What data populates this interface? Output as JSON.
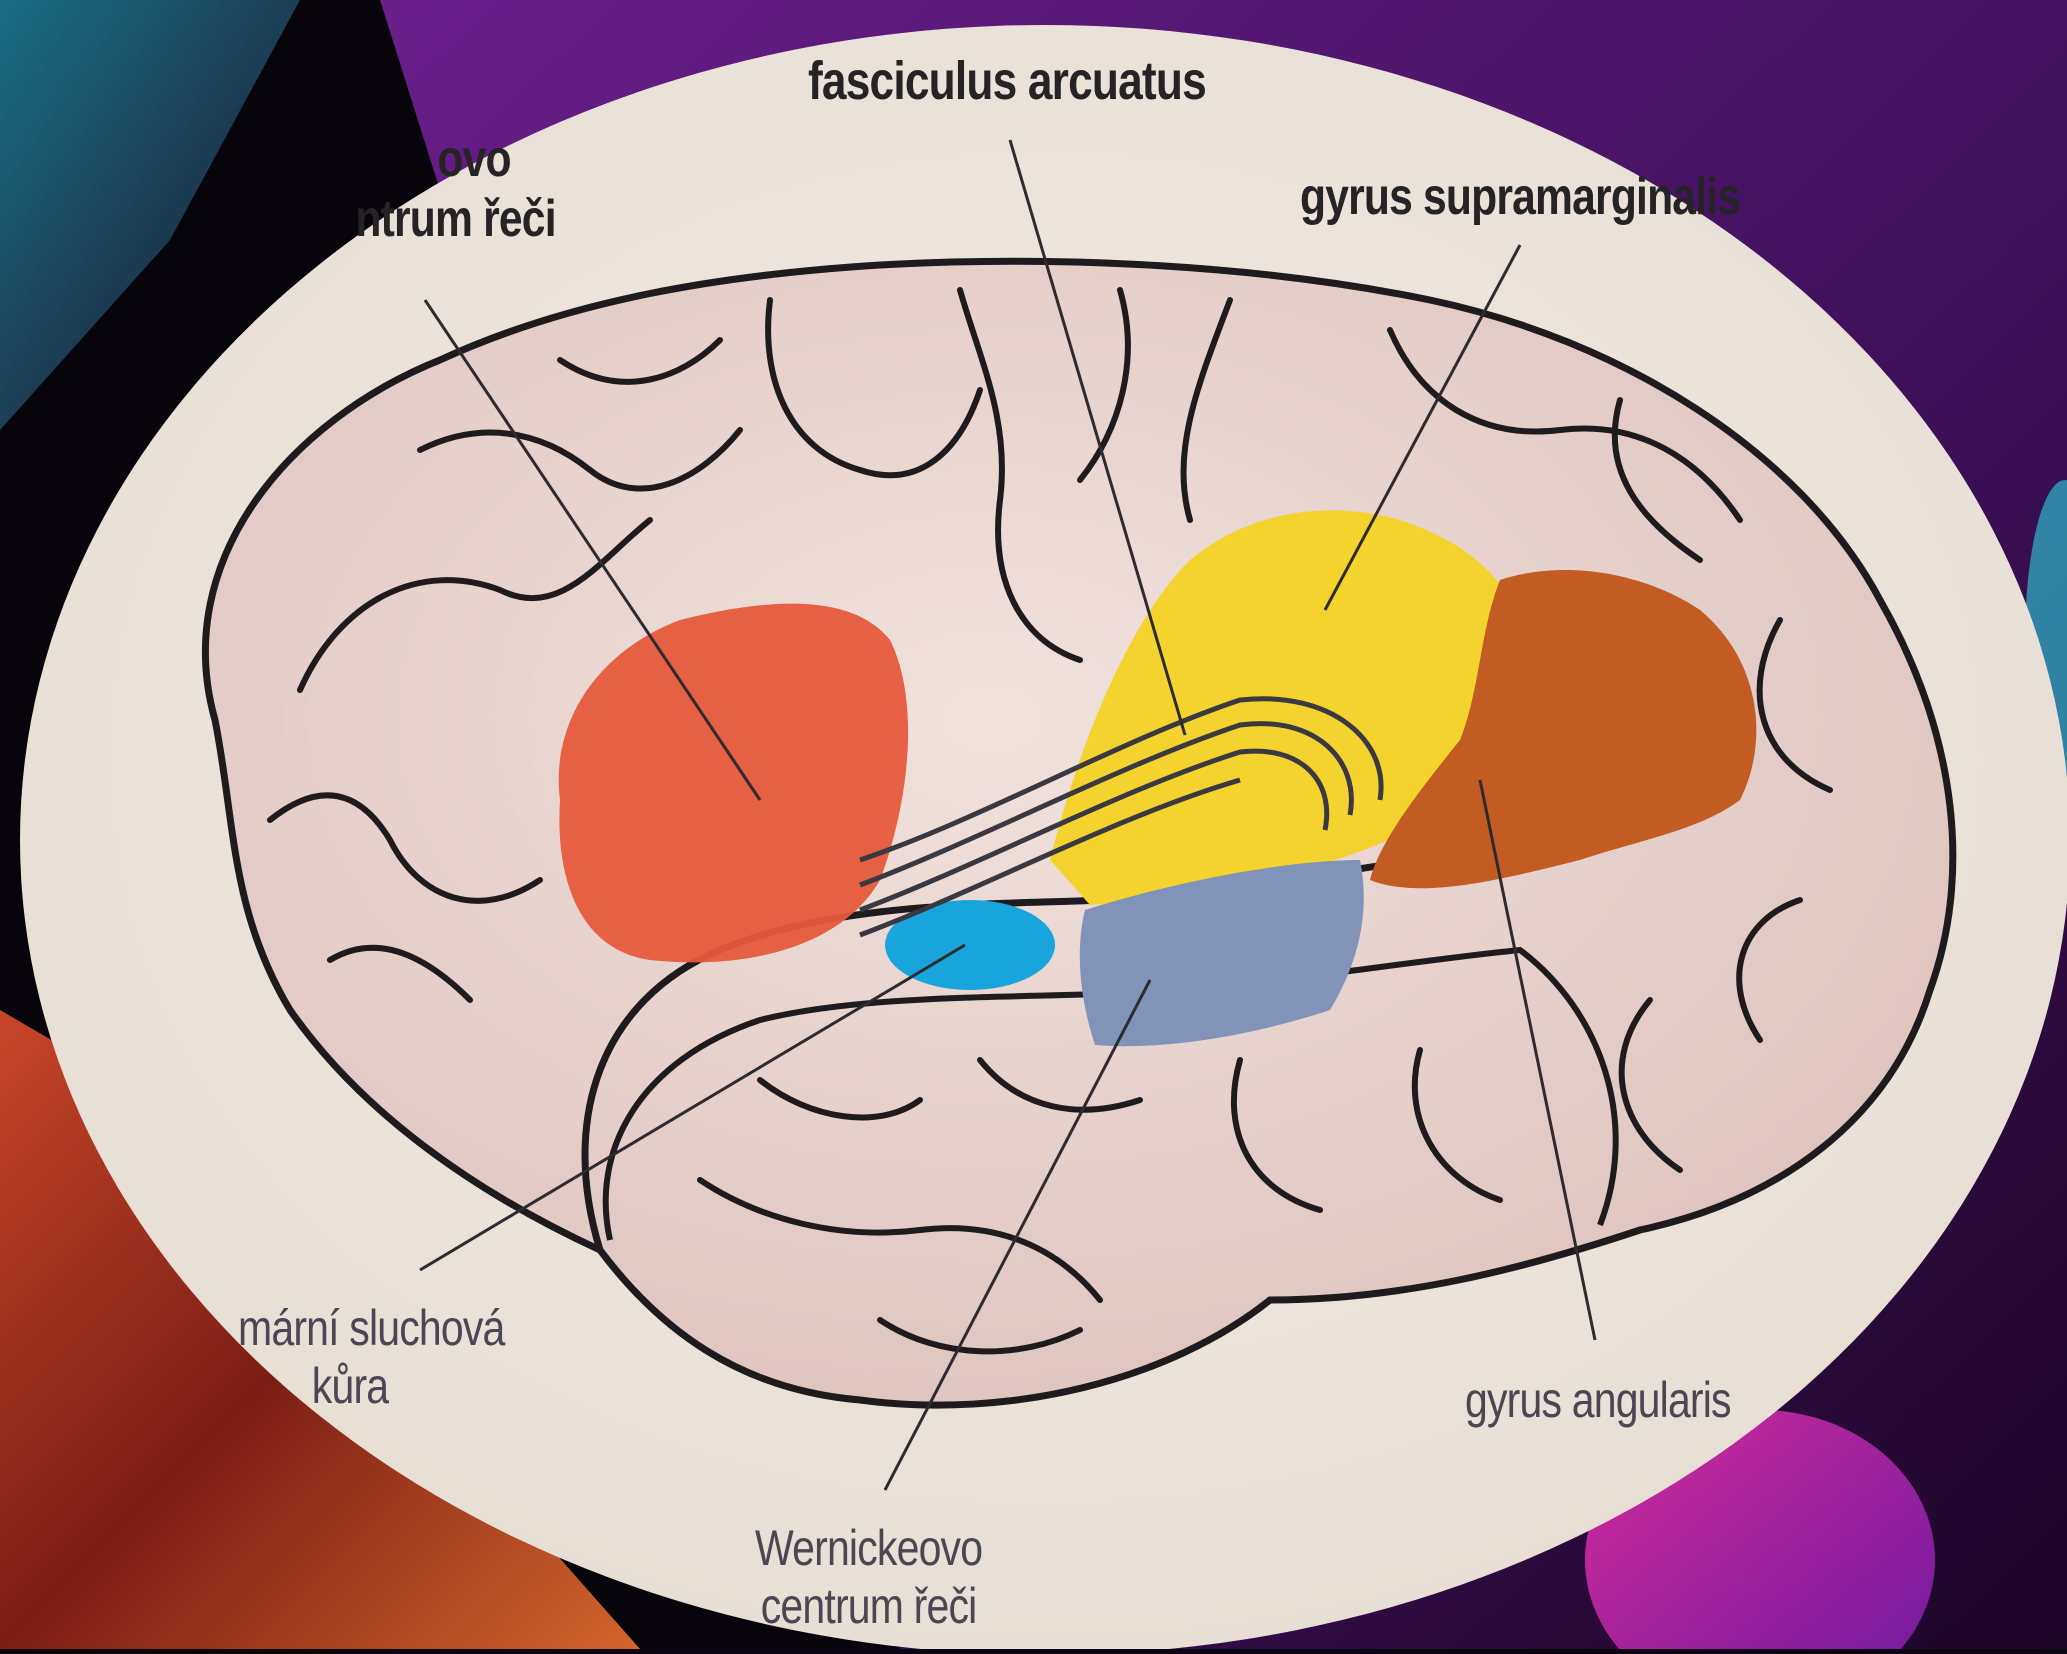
{
  "labels": {
    "fasciculus": "fasciculus arcuatus",
    "broca_line1": "ovo",
    "broca_line2": "ntrum řeči",
    "supramarginalis": "gyrus supramarginalis",
    "primary_line1": "mární sluchová",
    "primary_line2": "kůra",
    "angularis": "gyrus angularis",
    "wernicke_line1": "Wernickeovo",
    "wernicke_line2": "centrum řeči"
  },
  "colors": {
    "oval_background": "#efe7df",
    "brain_fill": "#e9d6d1",
    "outline": "#1e1a1e",
    "broca_region": "#e65a3c",
    "supramarginal_region": "#f4d32e",
    "angular_region": "#c25c23",
    "primary_auditory_region": "#17a5dc",
    "wernicke_region": "#8193b8",
    "backdrop_purple": "#5a1a78"
  }
}
